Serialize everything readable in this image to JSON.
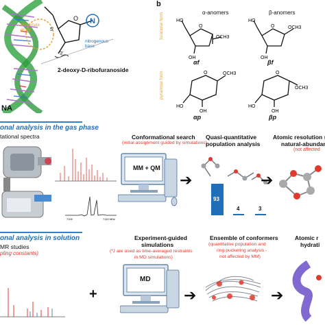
{
  "panel_a": {
    "phosphate_label": "phosphate group",
    "base_label": "nitrogenous base",
    "sugar_label": "2-deoxy-D-ribofuranoside",
    "dna_label_partial": "NA",
    "atom_5": "5'",
    "atom_3": "3'",
    "ring_N": "N",
    "ring_O": "O"
  },
  "panel_b": {
    "letter": "b",
    "alpha_header": "α-anomers",
    "beta_header": "β-anomers",
    "furanose_form": "furanose form",
    "pyranose_form": "pyranose form",
    "label_af": "αf",
    "label_bf": "βf",
    "label_ap": "αp",
    "label_bp": "βp",
    "och3": "OCH3",
    "oh": "OH",
    "ho": "HO",
    "o": "O"
  },
  "gas_phase": {
    "title_partial": "onal analysis in the gas phase",
    "subtitle_partial": "tational spectra",
    "steps": [
      {
        "title": "Conformational search",
        "subtitle": "(initial assignment guided by simulations)"
      },
      {
        "title": "Quasi-quantitative",
        "title2": "population analysis"
      },
      {
        "title": "Atomic resolution s",
        "title2": "natural-abundance",
        "subtitle": "(not affected"
      }
    ],
    "monitor_label": "MM + QM",
    "population_values": [
      "93",
      "4",
      "3"
    ],
    "spectrum_ticks": [
      "7100",
      "7115 MHz"
    ]
  },
  "solution": {
    "title_partial": "onal analysis in solution",
    "subtitle_partial": "MR studies",
    "subtitle2_partial": "pling constants)",
    "steps": [
      {
        "title": "Experiment-guided",
        "title2": "simulations",
        "subtitle": "(³J are used as time-averaged restraints",
        "subtitle2": "in MD simulations)"
      },
      {
        "title": "Ensemble of conformers",
        "subtitle": "(quantitative population and",
        "subtitle2": "ring puckering analysis -",
        "subtitle3": "not affected by MM)"
      },
      {
        "title": "Atomic r",
        "title2": "hydrati"
      }
    ],
    "monitor_label": "MD",
    "plus_symbol": "+"
  },
  "colors": {
    "blue": "#1f6fb8",
    "red": "#e03a2f",
    "orange": "#e8a13a",
    "dna_green": "#3aa84a"
  }
}
